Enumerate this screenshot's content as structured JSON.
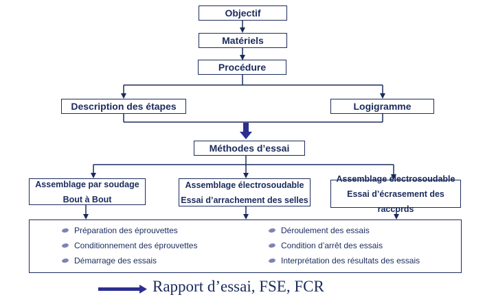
{
  "diagram": {
    "top_chain": [
      "Objectif",
      "Matériels",
      "Procédure"
    ],
    "description": "Description des étapes",
    "logigramme": "Logigramme",
    "methodes": "Méthodes d’essai",
    "assemblies": [
      {
        "line1": "Assemblage par soudage",
        "line2": "Bout à Bout"
      },
      {
        "line1": "Assemblage électrosoudable",
        "line2": "Essai d’arrachement des selles"
      },
      {
        "line1": "Assemblage électrosoudable",
        "line2": "Essai d’écrasement des raccords"
      }
    ],
    "steps_left": [
      "Préparation des éprouvettes",
      "Conditionnement des éprouvettes",
      "Démarrage des essais"
    ],
    "steps_right": [
      "Déroulement des essais",
      "Condition d’arrêt des essais",
      "Interprétation des résultats des essais"
    ],
    "report": "Rapport d’essai, FSE, FCR"
  },
  "colors": {
    "primary": "#1a2a5c",
    "arrow": "#2b2f8f",
    "bullet": "#7d85b5"
  }
}
